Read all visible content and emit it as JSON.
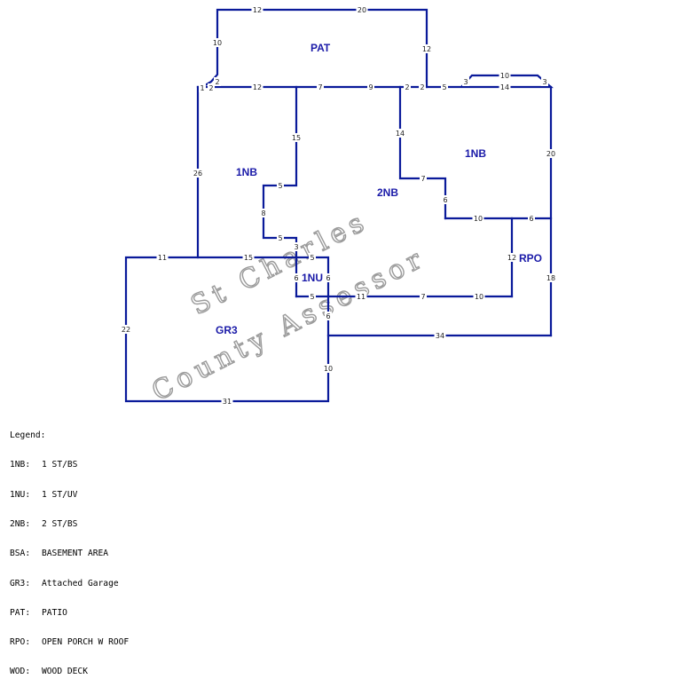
{
  "colors": {
    "wall": "#0a1a9a",
    "area_label": "#1a1aa8",
    "watermark_outline": "#9a9a9a",
    "background": "#ffffff"
  },
  "watermark": {
    "line1": "St Charles",
    "line2": "County Assessor"
  },
  "areas": {
    "pat": "PAT",
    "nb1_left": "1NB",
    "nb1_right": "1NB",
    "nb2": "2NB",
    "rpo": "RPO",
    "nu1": "1NU",
    "gr3": "GR3"
  },
  "dimensions": {
    "pat_top_a": "12",
    "pat_top_b": "20",
    "pat_left": "10",
    "pat_right": "12",
    "stair_a": "2",
    "stair_b": "2",
    "stair_c": "1",
    "top_12": "12",
    "top_7": "7",
    "top_9": "9",
    "top_2a": "2",
    "top_2b": "2",
    "top_5": "5",
    "bay_3a": "3",
    "bay_10": "10",
    "bay_3b": "3",
    "top_14": "14",
    "left_26": "26",
    "inner_15": "15",
    "inner_5a": "5",
    "inner_8": "8",
    "inner_5b": "5",
    "mid_14": "14",
    "mid_7": "7",
    "mid_6": "6",
    "right_20": "20",
    "nb_10": "10",
    "nb_6": "6",
    "rpo_12": "12",
    "rpo_18": "18",
    "gar_11": "11",
    "gar_15": "15",
    "nu_5top": "5",
    "nu_3": "3",
    "nu_6l": "6",
    "nu_6r": "6",
    "nu_5bot": "5",
    "nu_11": "11",
    "nu_7": "7",
    "nu_10": "10",
    "gar_22": "22",
    "gar_6": "6",
    "gar_10": "10",
    "gar_34": "34",
    "gar_31": "31"
  },
  "legend": {
    "title": "Legend:",
    "entries": [
      {
        "code": "1NB:",
        "desc": "1 ST/BS"
      },
      {
        "code": "1NU:",
        "desc": "1 ST/UV"
      },
      {
        "code": "2NB:",
        "desc": "2 ST/BS"
      },
      {
        "code": "BSA:",
        "desc": "BASEMENT AREA"
      },
      {
        "code": "GR3:",
        "desc": "Attached Garage"
      },
      {
        "code": "PAT:",
        "desc": "PATIO"
      },
      {
        "code": "RPO:",
        "desc": "OPEN PORCH W ROOF"
      },
      {
        "code": "WOD:",
        "desc": "WOOD DECK"
      }
    ]
  }
}
